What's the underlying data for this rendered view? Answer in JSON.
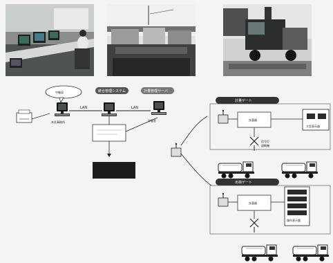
{
  "diagram": {
    "lan_labels": [
      "LAN",
      "LAN"
    ],
    "monitor_labels": [
      "本社事務所",
      "計量室"
    ],
    "pill_labels": [
      "統合管理システム",
      "計量管理サーバ"
    ],
    "callout": "中継局",
    "site_labels": [
      "計量ゲート",
      "出荷ゲート"
    ],
    "box_labels": [
      "計量器",
      "計量器"
    ],
    "signal_labels": [
      "信号灯",
      "遮断機"
    ],
    "display_labels": [
      "大型表示器",
      "操作表示盤"
    ]
  }
}
